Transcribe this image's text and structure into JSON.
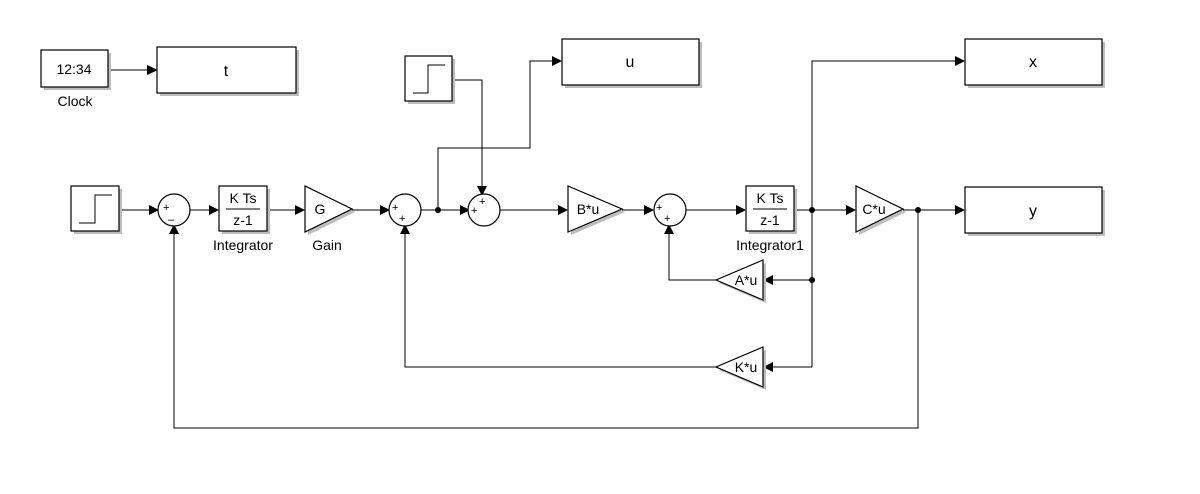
{
  "blocks": {
    "clock": {
      "display": "12:34",
      "caption": "Clock"
    },
    "scope_t": {
      "label": "t"
    },
    "scope_u": {
      "label": "u"
    },
    "scope_x": {
      "label": "x"
    },
    "scope_y": {
      "label": "y"
    },
    "integrator": {
      "numerator": "K Ts",
      "denominator": "z-1",
      "caption": "Integrator"
    },
    "integrator1": {
      "numerator": "K Ts",
      "denominator": "z-1",
      "caption": "Integrator1"
    },
    "gain_g": {
      "label": "G",
      "caption": "Gain",
      "caption_color": "#1a8fd8"
    },
    "gain_b": {
      "label": "B*u"
    },
    "gain_c": {
      "label": "C*u"
    },
    "gain_a": {
      "label": "A*u"
    },
    "gain_k": {
      "label": "K*u"
    },
    "sum1": {
      "signs": [
        "+",
        "–"
      ]
    },
    "sum2": {
      "signs": [
        "+",
        "+"
      ]
    },
    "sum3": {
      "signs": [
        "+",
        "+"
      ]
    },
    "sum4": {
      "signs": [
        "+",
        "+"
      ]
    }
  }
}
